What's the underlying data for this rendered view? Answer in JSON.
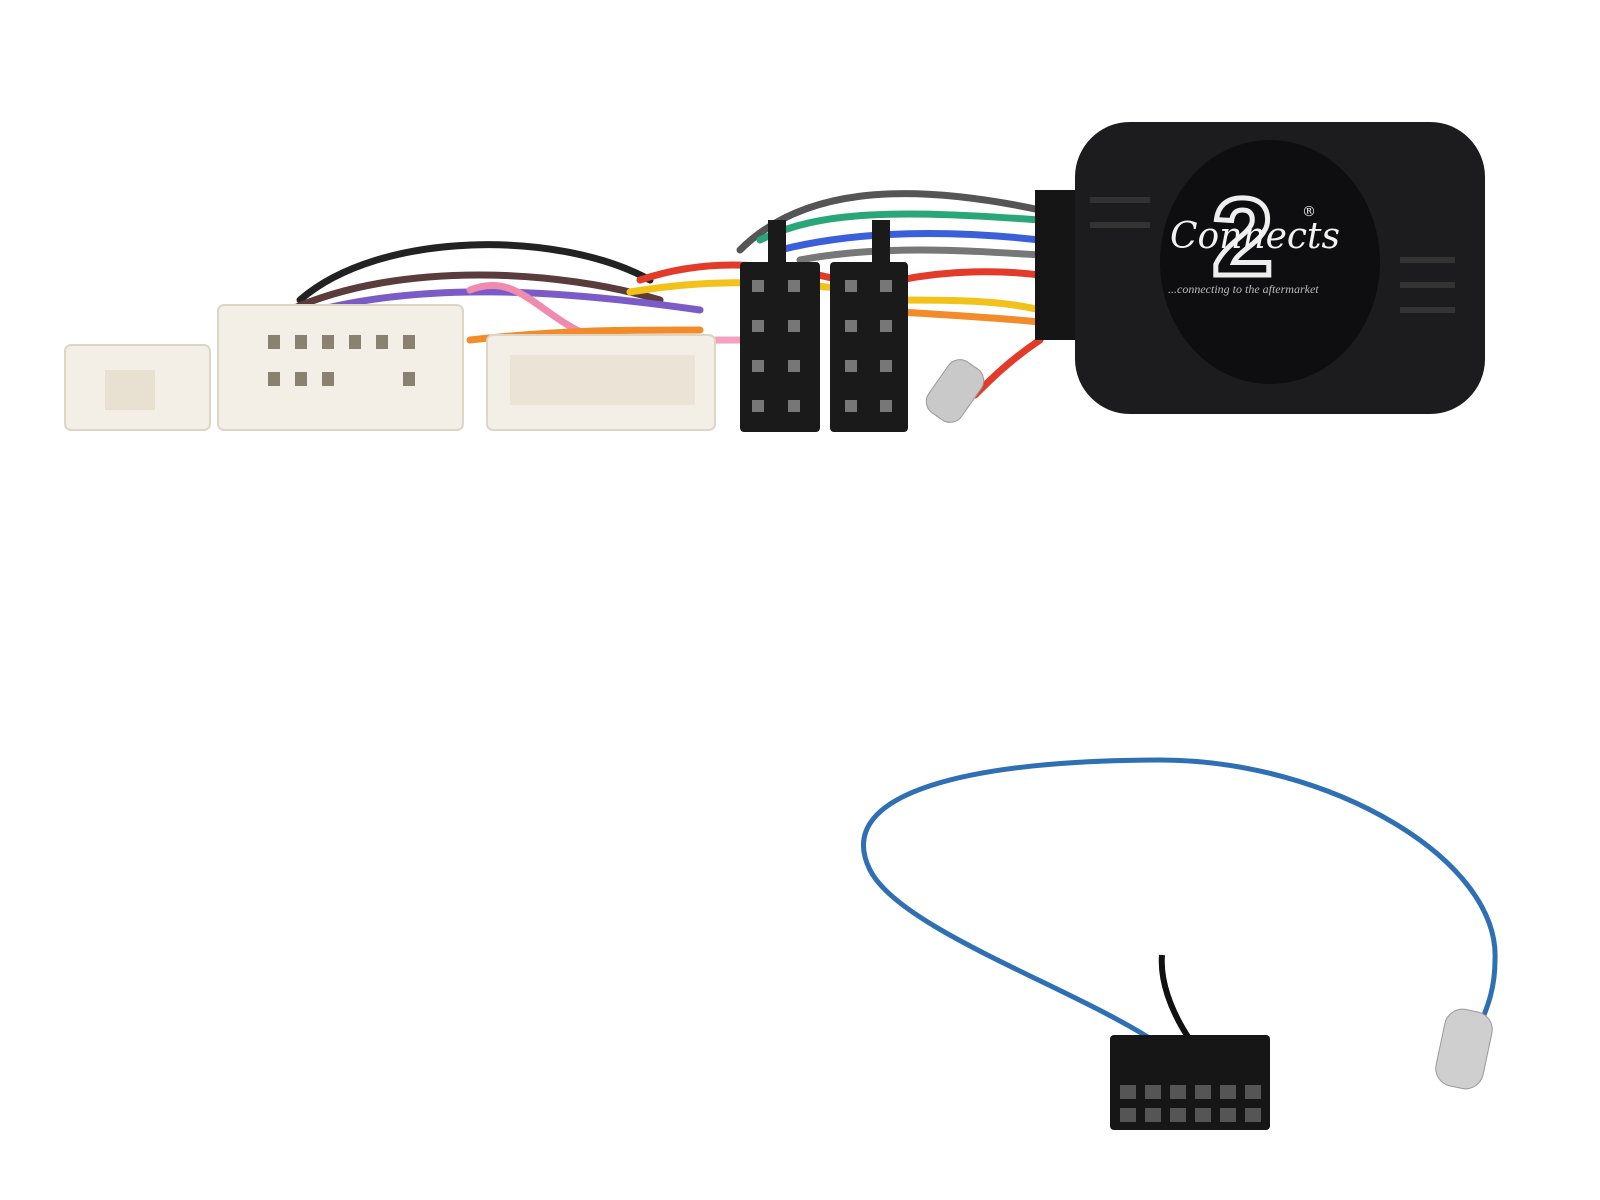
{
  "product": {
    "logo": {
      "brand": "Connects",
      "numeral": "2",
      "registered": "®",
      "tagline": "...connecting to the aftermarket"
    },
    "colors": {
      "interface_box": "#1c1c1e",
      "connector_white": "#f3efe6",
      "iso_connector": "#1a1a1a",
      "patch_lead": "#2f6fb3"
    }
  }
}
